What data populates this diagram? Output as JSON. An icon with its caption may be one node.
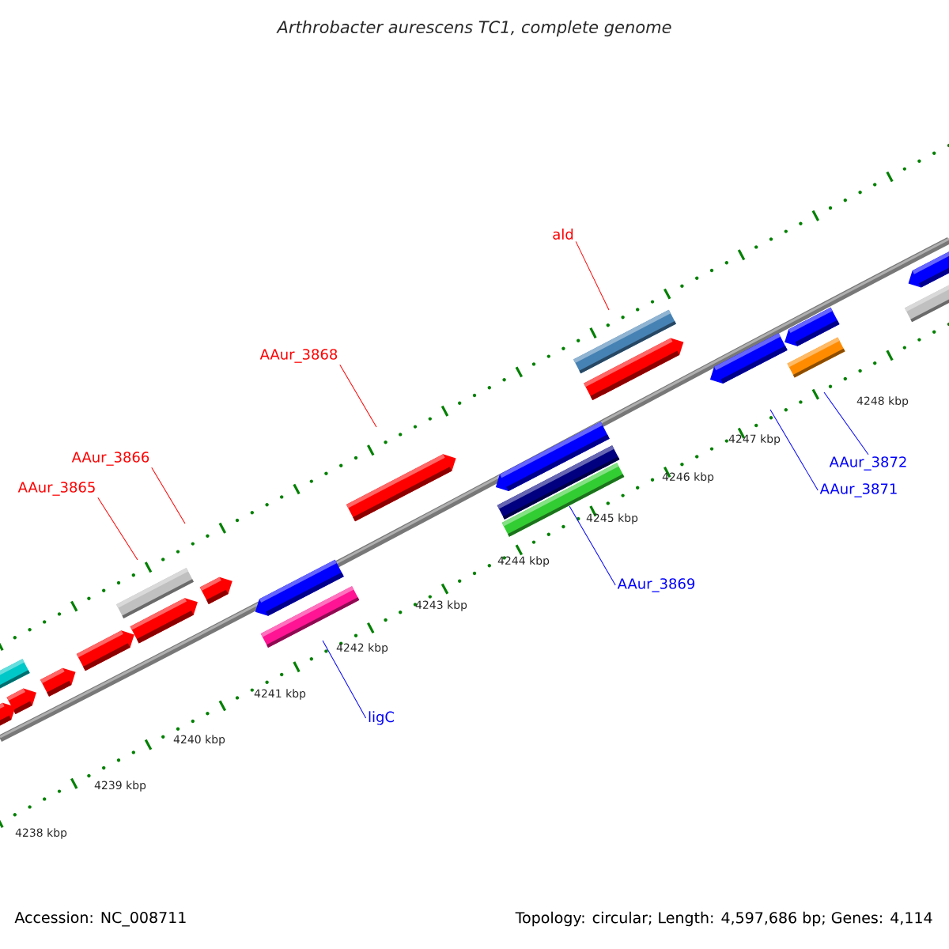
{
  "diagram": {
    "title": "Arthrobacter aurescens TC1, complete genome",
    "nodes": [
      {
        "text": [
          "ald"
        ]
      },
      {
        "text": [
          "AAur_3868"
        ]
      },
      {
        "text": [
          "AAur_3866"
        ]
      },
      {
        "text": [
          "AAur_3865"
        ]
      },
      {
        "text": [
          "AAur_3872"
        ]
      },
      {
        "text": [
          "AAur_3871"
        ]
      },
      {
        "text": [
          "AAur_3869"
        ]
      },
      {
        "text": [
          "ligC"
        ]
      }
    ],
    "edges": [
      {
        "from": 0,
        "to": null,
        "arrow": "none",
        "color": "#ff0000"
      },
      {
        "from": 1,
        "to": null,
        "arrow": "none",
        "color": "#ff0000"
      },
      {
        "from": 2,
        "to": null,
        "arrow": "none",
        "color": "#ff0000"
      },
      {
        "from": 3,
        "to": null,
        "arrow": "none",
        "color": "#ff0000"
      },
      {
        "from": 4,
        "to": null,
        "arrow": "none",
        "color": "#0000ff"
      },
      {
        "from": 5,
        "to": null,
        "arrow": "none",
        "color": "#0000ff"
      },
      {
        "from": 6,
        "to": null,
        "arrow": "none",
        "color": "#0000ff"
      },
      {
        "from": 7,
        "to": null,
        "arrow": "none",
        "color": "#0000ff"
      }
    ],
    "labels": [
      "4248 kbp",
      "4247 kbp",
      "4246 kbp",
      "4245 kbp",
      "4244 kbp",
      "4243 kbp",
      "4242 kbp",
      "4241 kbp",
      "4240 kbp",
      "4239 kbp",
      "4238 kbp",
      "Accession: NC_008711",
      "Topology: circular; Length: 4,597,686 bp; Genes: 4,114"
    ]
  }
}
